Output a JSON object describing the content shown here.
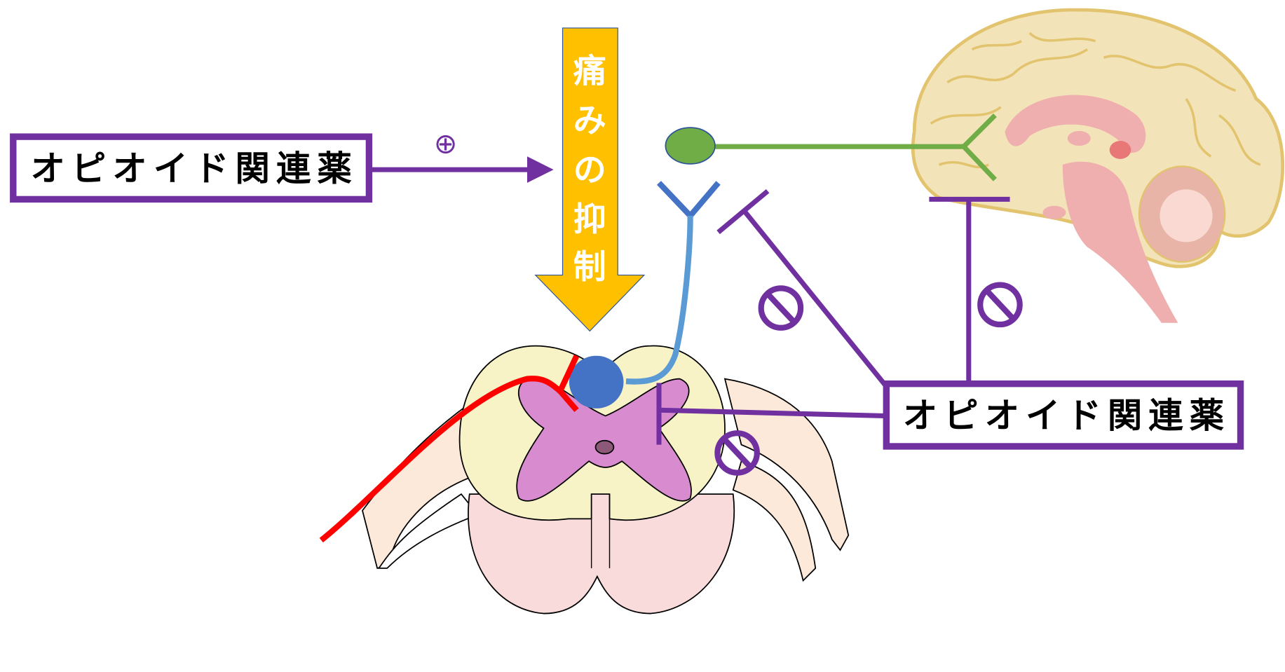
{
  "labels": {
    "drug_left": "オピオイド関連薬",
    "drug_right": "オピオイド関連薬",
    "plus_symbol": "⊕",
    "pain_inhibition": [
      "痛",
      "み",
      "の",
      "抑",
      "制"
    ]
  },
  "colors": {
    "purple": "#7030A0",
    "arrow_orange": "#FFC000",
    "green": "#70AD47",
    "blue": "#4472C4",
    "light_blue": "#5B9BD5",
    "red": "#FF0000",
    "gray_matter": "#D98BD0",
    "white_matter": "#F7F3C6"
  },
  "icons": [
    "inhibit-icon",
    "inhibit-icon",
    "inhibit-icon",
    "plus-circle-icon"
  ]
}
